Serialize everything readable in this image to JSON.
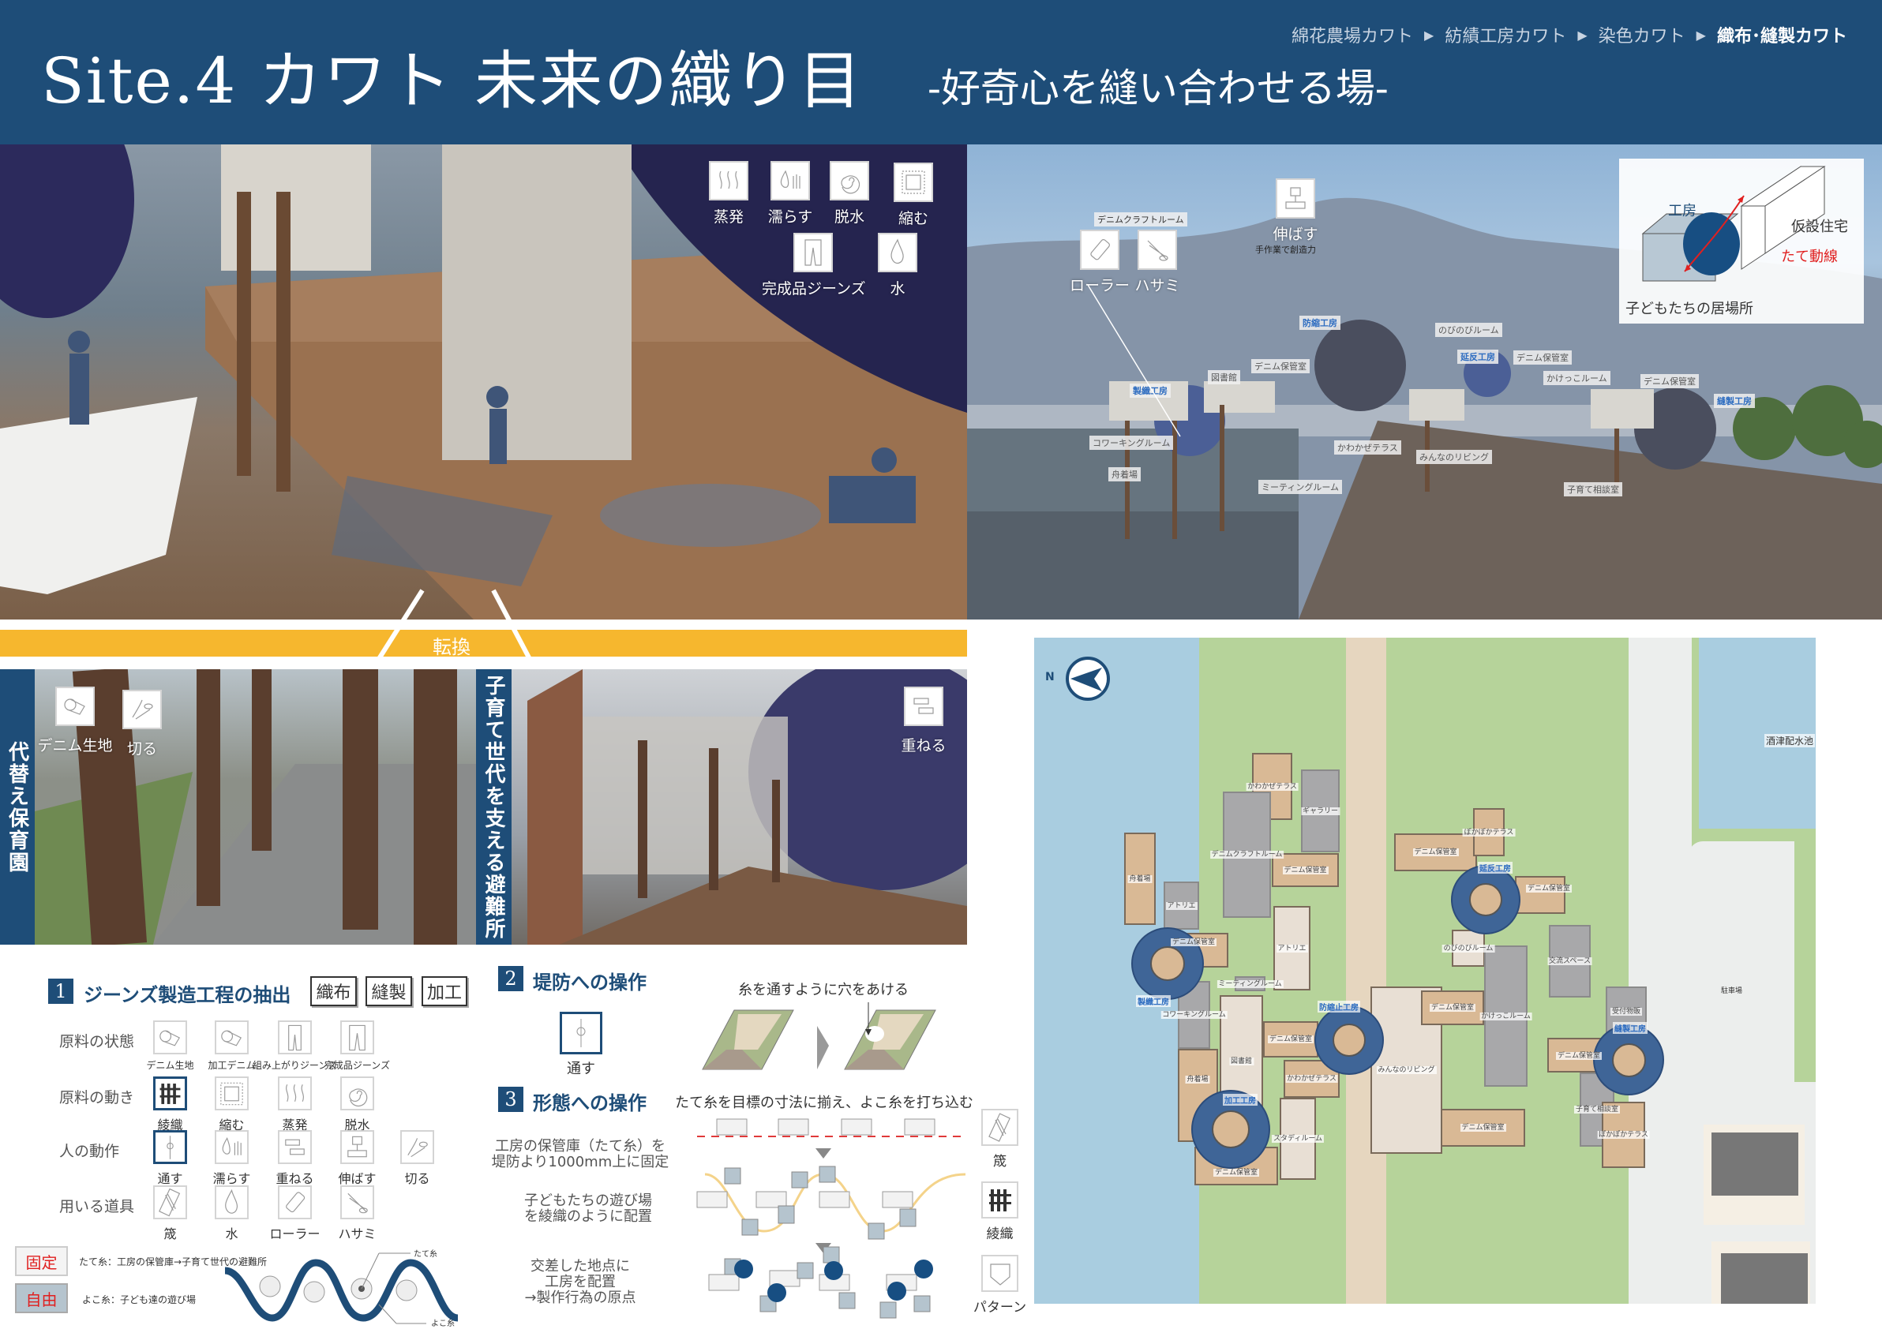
{
  "header": {
    "title": "Site.4 カワト 未来の織り目",
    "subtitle": "-好奇心を縫い合わせる場-",
    "breadcrumb": [
      "綿花農場カワト",
      "紡績工房カワト",
      "染色カワト",
      "織布･縫製カワト"
    ]
  },
  "top_left_render": {
    "icons": [
      {
        "label": "蒸発",
        "icon": "steam-icon"
      },
      {
        "label": "濡らす",
        "icon": "wet-hand-icon"
      },
      {
        "label": "脱水",
        "icon": "spiral-icon"
      },
      {
        "label": "縮む",
        "icon": "shrink-icon"
      },
      {
        "label": "完成品ジーンズ",
        "icon": "jeans-icon"
      },
      {
        "label": "水",
        "icon": "water-drop-icon"
      }
    ]
  },
  "top_right_render": {
    "icon_caption": "デニムクラフトルーム",
    "icons": [
      {
        "label": "ローラー",
        "icon": "roller-icon"
      },
      {
        "label": "ハサミ",
        "icon": "scissors-icon"
      },
      {
        "label": "伸ばす",
        "icon": "stretch-icon"
      }
    ],
    "stretch_note": "手作業で創造力",
    "inset": {
      "workshop": "工房",
      "temp_housing": "仮設住宅",
      "flow": "たて動線",
      "kids_place": "子どもたちの居場所"
    },
    "labels": [
      "防縮工房",
      "のびのびルーム",
      "延反工房",
      "デニム保管室",
      "デニム保管室",
      "図書館",
      "製織工房",
      "かけっこルーム",
      "デニム保管室",
      "縫製工房",
      "コワーキングルーム",
      "かわかぜテラス",
      "みんなのリビング",
      "舟着場",
      "ミーティングルーム",
      "子育て相談室"
    ]
  },
  "transition": {
    "label": "転換"
  },
  "bottom_renders": {
    "left_title": "代替え保育園",
    "right_title": "子育て世代を支える避難所",
    "left_icons": [
      {
        "label": "デニム生地",
        "icon": "fabric-roll-icon"
      },
      {
        "label": "切る",
        "icon": "cut-icon"
      }
    ],
    "right_icons": [
      {
        "label": "重ねる",
        "icon": "stack-icon"
      }
    ]
  },
  "section1": {
    "number": "1",
    "title": "ジーンズ製造工程の抽出",
    "buttons": [
      "織布",
      "縫製",
      "加工"
    ],
    "rows": [
      {
        "label": "原料の状態",
        "items": [
          "デニム生地",
          "加工デニム",
          "組み上がりジーンズ",
          "完成品ジーンズ"
        ]
      },
      {
        "label": "原料の動き",
        "items": [
          "綾織",
          "縮む",
          "蒸発",
          "脱水"
        ]
      },
      {
        "label": "人の動作",
        "items": [
          "通す",
          "濡らす",
          "重ねる",
          "伸ばす",
          "切る"
        ]
      },
      {
        "label": "用いる道具",
        "items": [
          "筬",
          "水",
          "ローラー",
          "ハサミ"
        ]
      }
    ],
    "fixed": {
      "label": "固定",
      "text": "たて糸：工房の保管庫→子育て世代の避難所"
    },
    "free": {
      "label": "自由",
      "text": "よこ糸：子ども達の遊び場"
    },
    "weave_labels": {
      "warp": "たて糸",
      "weft": "よこ糸"
    }
  },
  "section2": {
    "number": "2",
    "title": "堤防への操作",
    "icon_label": "通す",
    "caption": "糸を通すように穴をあける"
  },
  "section3": {
    "number": "3",
    "title": "形態への操作",
    "caption": "たて糸を目標の寸法に揃え、よこ糸を打ち込む",
    "steps": [
      "工房の保管庫（たて糸）を\n堤防より1000mm上に固定",
      "子どもたちの遊び場\nを綾織のように配置",
      "交差した地点に\n工房を配置\n→製作行為の原点"
    ],
    "side_icons": [
      "筬",
      "綾織",
      "パターン"
    ]
  },
  "map": {
    "north": "N",
    "reservoir": "酒津配水池",
    "parking": "駐車場",
    "rooms": [
      "かわかぜテラス",
      "ギャラリー",
      "デニムクラフトルーム",
      "デニム保管室",
      "舟着場",
      "アトリエ",
      "デニム保管室",
      "アトリエ",
      "ミーティングルーム",
      "コワーキングルーム",
      "図書館",
      "舟着場",
      "デニム保管室",
      "スタディルーム",
      "デニム保管室",
      "かわかぜテラス",
      "みんなのリビング",
      "デニム保管室",
      "デニム保管室",
      "ぽかぽかテラス",
      "デニム保管室",
      "のびのびルーム",
      "デニム保管室",
      "かけっこルーム",
      "交流スペース",
      "受付物販",
      "デニム保管室",
      "子育て相談室",
      "ぽかぽかテラス"
    ],
    "workshops": [
      "製織工房",
      "加工工房",
      "防縮止工房",
      "延反工房",
      "縫製工房"
    ]
  },
  "colors": {
    "navy": "#1e4d78",
    "orange": "#f6b72e",
    "red": "#e02020"
  }
}
